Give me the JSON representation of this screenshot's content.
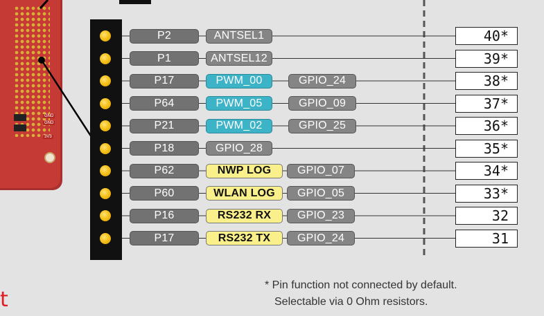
{
  "rows": [
    {
      "port": "P2",
      "funcs": [
        {
          "label": "ANTSEL1",
          "kind": "gray"
        }
      ],
      "pin": "40*"
    },
    {
      "port": "P1",
      "funcs": [
        {
          "label": "ANTSEL12",
          "kind": "gray"
        }
      ],
      "pin": "39*"
    },
    {
      "port": "P17",
      "funcs": [
        {
          "label": "PWM_00",
          "kind": "teal"
        },
        {
          "label": "GPIO_24",
          "kind": "gray"
        }
      ],
      "pin": "38*"
    },
    {
      "port": "P64",
      "funcs": [
        {
          "label": "PWM_05",
          "kind": "teal"
        },
        {
          "label": "GPIO_09",
          "kind": "gray"
        }
      ],
      "pin": "37*"
    },
    {
      "port": "P21",
      "funcs": [
        {
          "label": "PWM_02",
          "kind": "teal"
        },
        {
          "label": "GPIO_25",
          "kind": "gray"
        }
      ],
      "pin": "36*"
    },
    {
      "port": "P18",
      "funcs": [
        {
          "label": "GPIO_28",
          "kind": "gray"
        }
      ],
      "pin": "35*"
    },
    {
      "port": "P62",
      "funcs": [
        {
          "label": "NWP LOG",
          "kind": "yellow"
        },
        {
          "label": "GPIO_07",
          "kind": "gray"
        }
      ],
      "pin": "34*"
    },
    {
      "port": "P60",
      "funcs": [
        {
          "label": "WLAN LOG",
          "kind": "yellow"
        },
        {
          "label": "GPIO_05",
          "kind": "gray"
        }
      ],
      "pin": "33*"
    },
    {
      "port": "P16",
      "funcs": [
        {
          "label": "RS232 RX",
          "kind": "yellow"
        },
        {
          "label": "GPIO_23",
          "kind": "gray"
        }
      ],
      "pin": "32"
    },
    {
      "port": "P17",
      "funcs": [
        {
          "label": "RS232 TX",
          "kind": "yellow"
        },
        {
          "label": "GPIO_24",
          "kind": "gray"
        }
      ],
      "pin": "31"
    }
  ],
  "board": {
    "labels": [
      "GND",
      "GND",
      "3V3"
    ]
  },
  "footnote": {
    "line1": "* Pin function not connected by default.",
    "line2": "Selectable via 0 Ohm resistors."
  },
  "cropped_text": "t",
  "colors": {
    "pin_header": "#f6c21a",
    "board": "#c63a35",
    "pwm": "#3cb3c6",
    "uart_log": "#f9f08c",
    "gray_func": "#858585"
  }
}
